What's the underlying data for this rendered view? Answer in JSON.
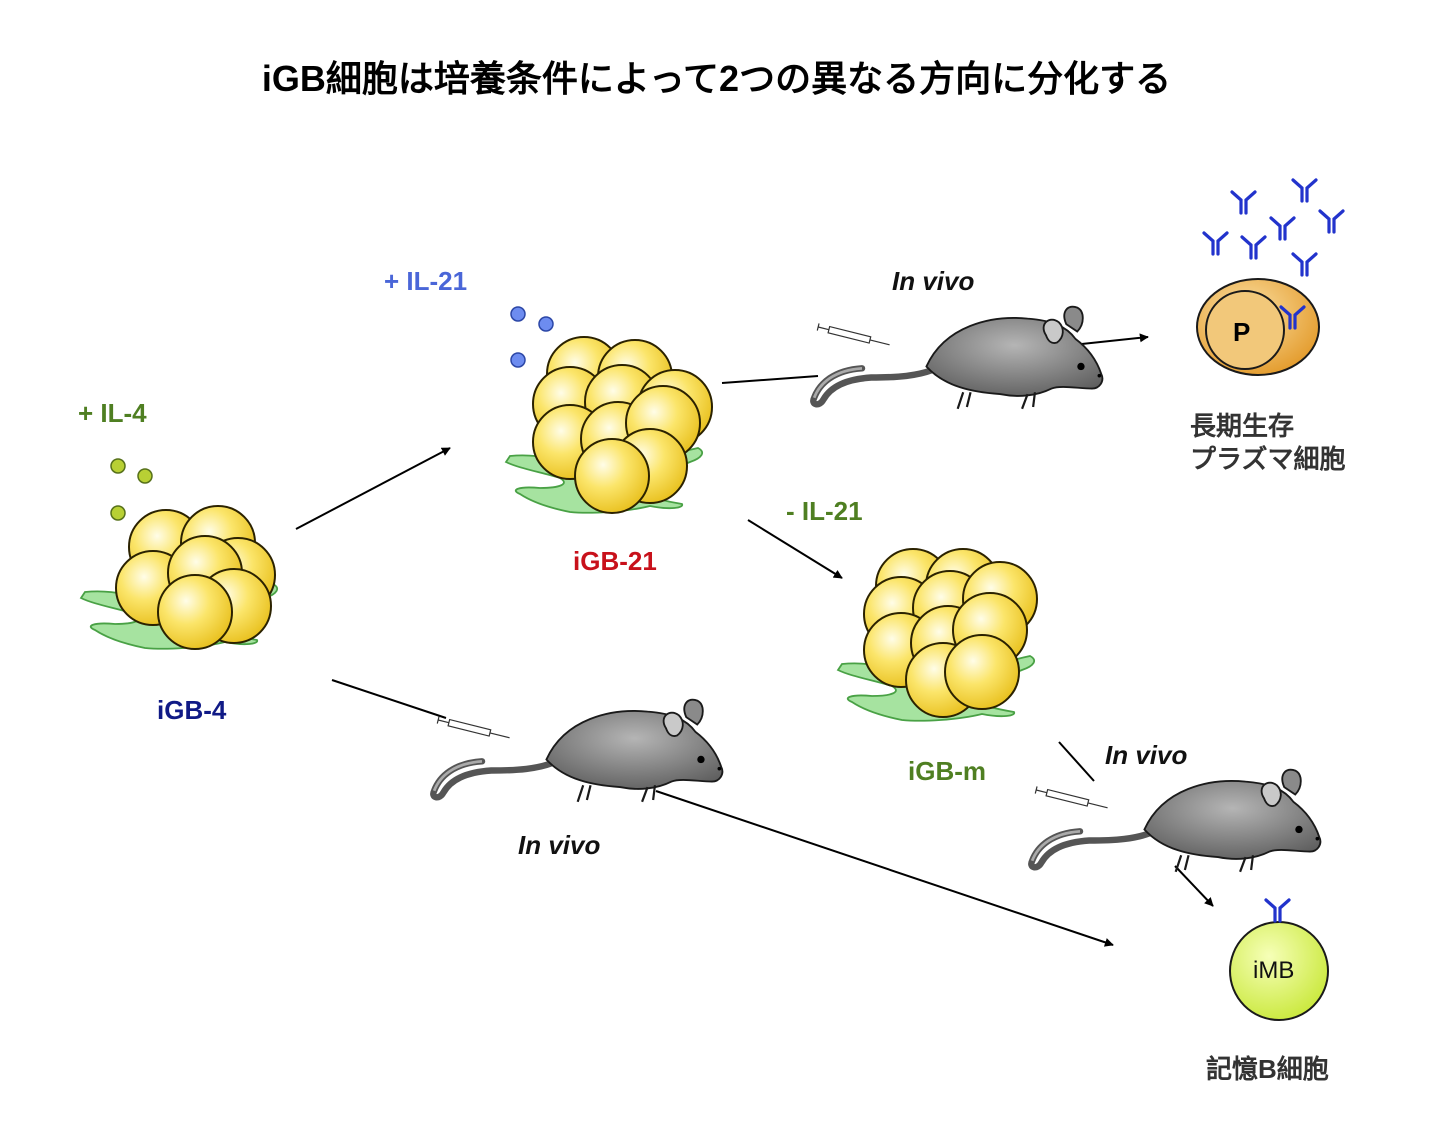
{
  "title": "iGB細胞は培養条件によって2つの異なる方向に分化する",
  "conditions": {
    "il4": "+ IL-4",
    "il21_plus": "+ IL-21",
    "il21_minus": "- IL-21"
  },
  "cells": {
    "igb4": "iGB-4",
    "igb21": "iGB-21",
    "igbm": "iGB-m",
    "plasma_letter": "P",
    "imb": "iMB"
  },
  "in_vivo": [
    "In vivo",
    "In vivo",
    "In vivo"
  ],
  "outcomes": {
    "plasma_line1": "長期生存",
    "plasma_line2": "プラズマ細胞",
    "memory": "記憶B細胞"
  },
  "colors": {
    "il4": "#4f7f22",
    "il21_plus": "#4a66d8",
    "il21_minus": "#4f7f22",
    "igb4": "#101a86",
    "igb21": "#c8111b",
    "igbm": "#4f7f22",
    "antibody": "#2233cc",
    "plasma": "#e7a83a",
    "imb": "#d6f04a"
  }
}
